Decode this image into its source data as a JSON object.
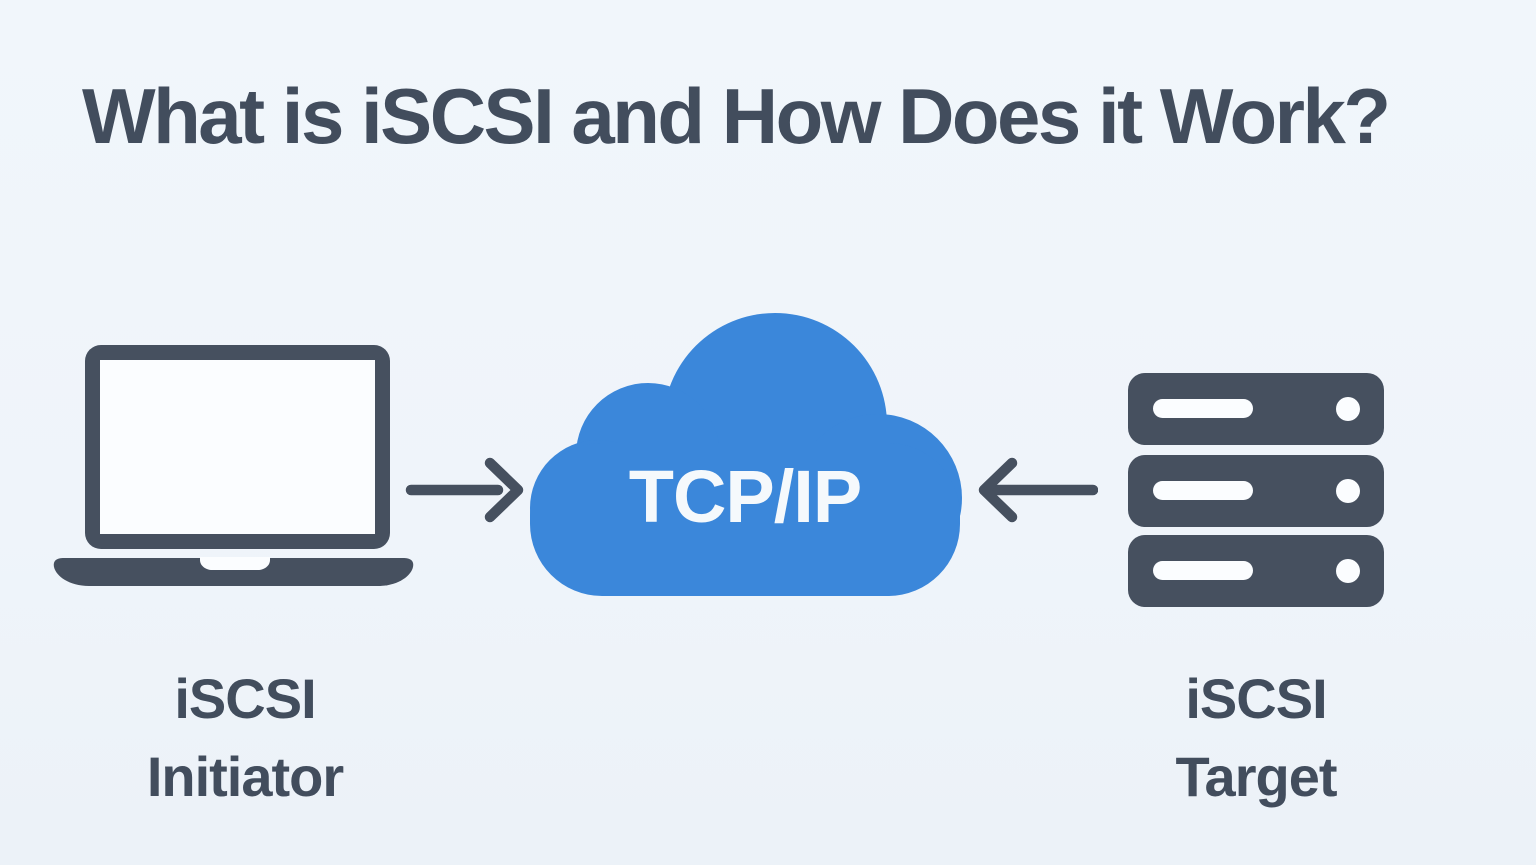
{
  "title": "What is iSCSI and How Does it Work?",
  "colors": {
    "background": "#eff4fa",
    "cloud_blue": "#3b87da",
    "icon_slate": "#46505f",
    "text_slate": "#424d5d",
    "cloud_label_text": "#f5f9fc",
    "panel_white": "#fbfdff"
  },
  "diagram": {
    "initiator": {
      "icon": "laptop-icon",
      "label_line1": "iSCSI",
      "label_line2": "Initiator"
    },
    "network": {
      "icon": "cloud-icon",
      "label": "TCP/IP"
    },
    "target": {
      "icon": "server-icon",
      "label_line1": "iSCSI",
      "label_line2": "Target"
    },
    "arrows": [
      {
        "name": "arrow-initiator-to-network",
        "direction": "right"
      },
      {
        "name": "arrow-target-to-network",
        "direction": "left"
      }
    ]
  }
}
